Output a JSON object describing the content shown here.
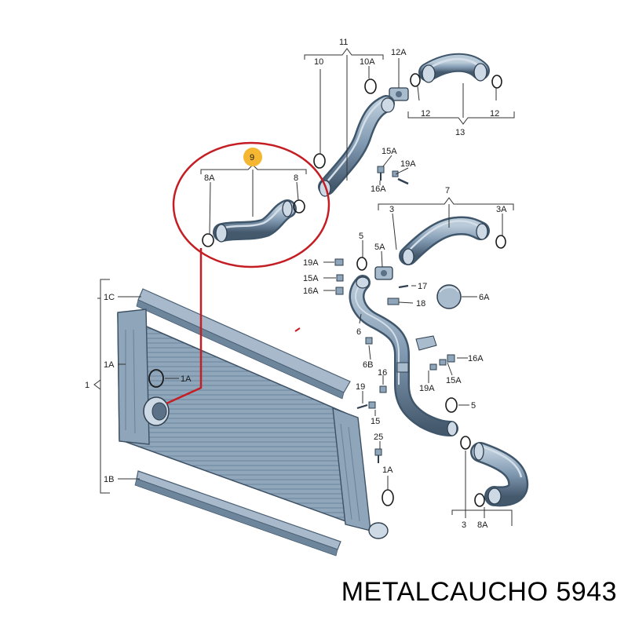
{
  "caption": "METALCAUCHO 5943",
  "colors": {
    "highlight": "#c41e24",
    "badge": "#f5b731",
    "part": "#7f98b0",
    "part_light": "#a9bccd",
    "part_dark": "#3f566b",
    "line": "#333333"
  },
  "labels": {
    "l11": "11",
    "l10": "10",
    "l10a": "10A",
    "l12a": "12A",
    "l12_left": "12",
    "l12_right": "12",
    "l13": "13",
    "l9": "9",
    "l8a_top": "8A",
    "l8_top": "8",
    "l15a_top": "15A",
    "l19a_top": "19A",
    "l16a_top": "16A",
    "l7": "7",
    "l3_top": "3",
    "l3a": "3A",
    "l5_top": "5",
    "l5a": "5A",
    "l19a_mid": "19A",
    "l15a_mid": "15A",
    "l16a_mid": "16A",
    "l17": "17",
    "l18": "18",
    "l6a": "6A",
    "l6": "6",
    "l6b": "6B",
    "l16_mid": "16",
    "l16a_right": "16A",
    "l19a_right": "19A",
    "l15a_right": "15A",
    "l19_low": "19",
    "l15_low": "15",
    "l5_low": "5",
    "l25": "25",
    "l1a_low": "1A",
    "l3_bottom": "3",
    "l8a_bottom": "8A",
    "l1c": "1C",
    "l1a_left": "1A",
    "l1": "1",
    "l1b": "1B",
    "l1a_gasket": "1A"
  }
}
